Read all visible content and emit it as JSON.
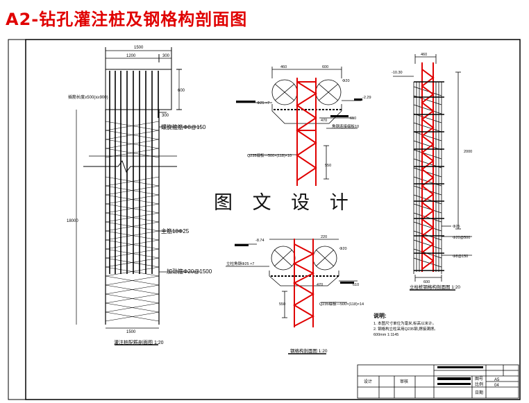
{
  "title": "A2-钻孔灌注桩及钢格构剖面图",
  "watermark": "图 文 设 计",
  "pile_section": {
    "dims": {
      "top_total": "1500",
      "left_part": "1200",
      "right_part": "300",
      "cap_height": "600",
      "gap": "300",
      "length": "18000",
      "bottom": "1500"
    },
    "labels": {
      "anchor_note": "插筋长度≥500(x≥900)",
      "spiral": "螺旋箍筋Φ8@150",
      "main_bar": "主筋18Φ25",
      "stirrup": "加劲箍Φ20@1500"
    },
    "caption": "灌注桩配筋剖面图 1:20"
  },
  "detail_top": {
    "dims": {
      "a": "460",
      "b": "600",
      "c": "Φ20",
      "d": "-2.29",
      "e": "470",
      "f": "550"
    },
    "labels": {
      "rebar": "Φ25 ×7",
      "ref": "610",
      "note_b": "角钢连接缀板10",
      "note_c": "Q235缀板—500×(118)×10"
    }
  },
  "detail_bottom": {
    "dims": {
      "a": "-8.74",
      "b": "220",
      "c": "Φ20",
      "d": "470",
      "e": "550",
      "f": "610"
    },
    "labels": {
      "rebar": "立柱角钢Φ25 ×7",
      "plate": "Q235缀板—500×(118)×14"
    },
    "caption": "钢格构剖面图 1:20"
  },
  "column_section": {
    "dims": {
      "top": "460",
      "level": "-10.30",
      "height": "2000",
      "bottom": "600"
    },
    "labels": {
      "a": "Φ25",
      "b": "Φ20@500",
      "c": "Φ8@150"
    },
    "caption": "立柱桩钢格构剖面图 1:20"
  },
  "notes": {
    "title": "说明:",
    "line1": "1. 本图尺寸单位为毫米,标高以米计。",
    "line2": "2. 钢格构立柱采用Q235钢,焊接满焊。",
    "line3": "600mm 1:1145"
  },
  "title_block": {
    "cells": [
      "A5",
      "04",
      "设计",
      "审核",
      "图号",
      "比例",
      "日期"
    ]
  }
}
